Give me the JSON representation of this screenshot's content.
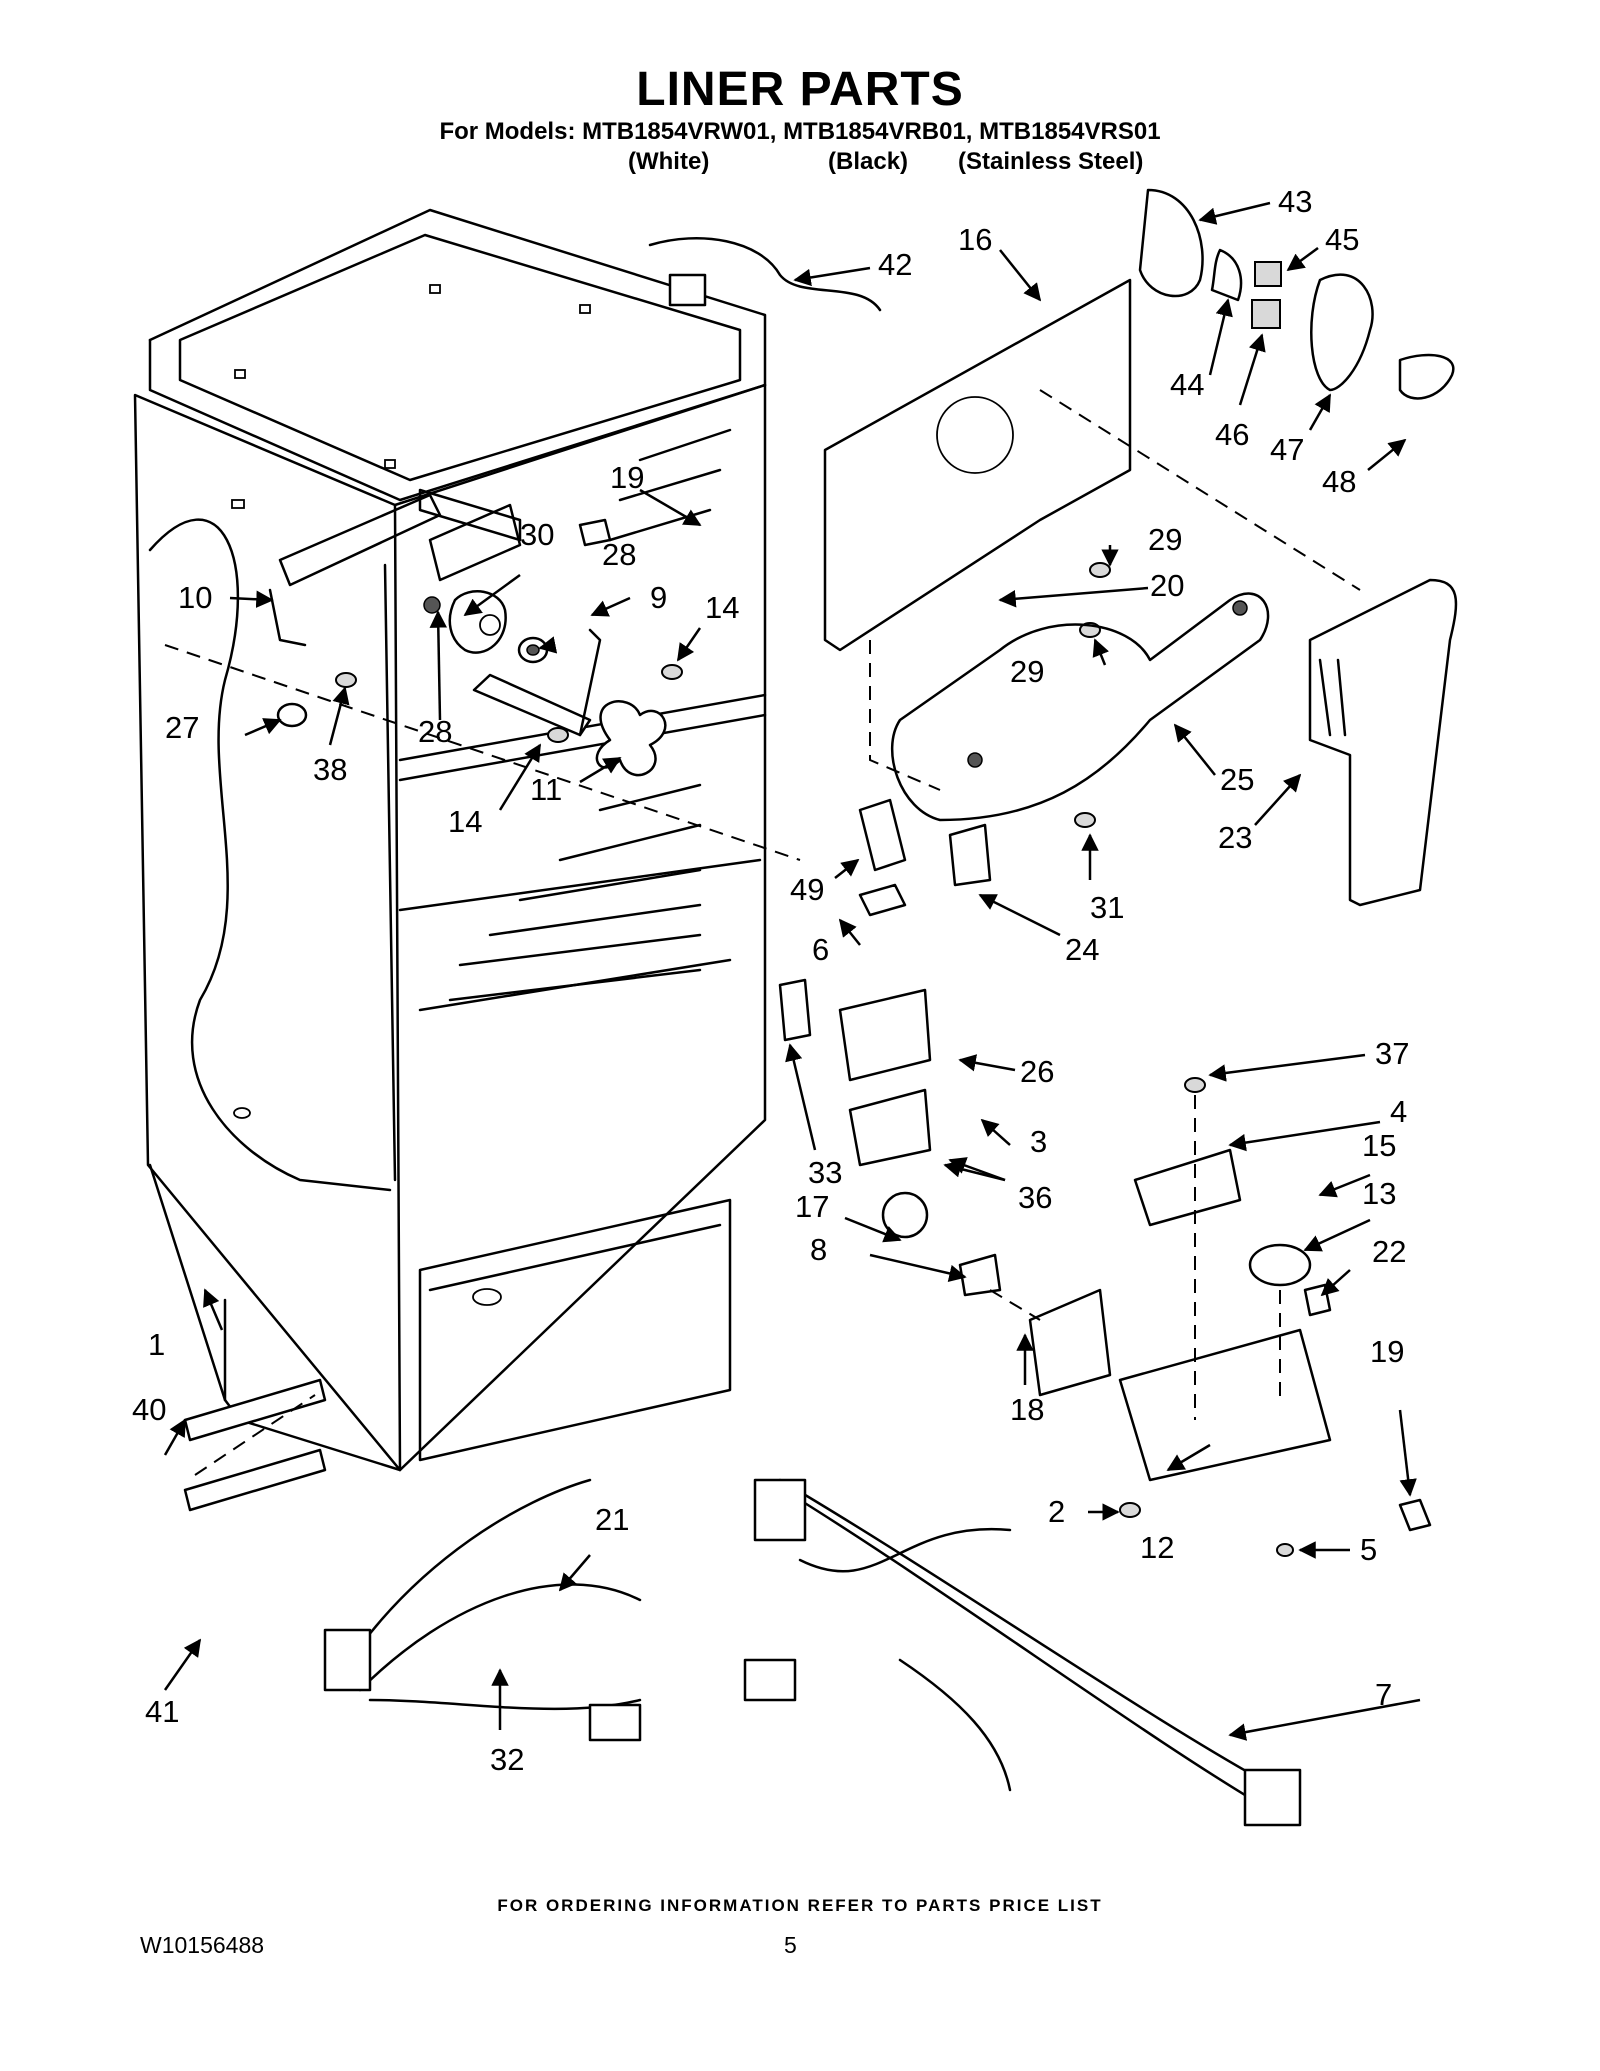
{
  "header": {
    "title": "LINER PARTS",
    "models_line": "For Models: MTB1854VRW01, MTB1854VRB01, MTB1854VRS01",
    "variants": [
      "(White)",
      "(Black)",
      "(Stainless Steel)"
    ]
  },
  "callouts": {
    "c1": "1",
    "c2": "2",
    "c3": "3",
    "c4": "4",
    "c5": "5",
    "c6": "6",
    "c7": "7",
    "c8": "8",
    "c9": "9",
    "c10": "10",
    "c11": "11",
    "c12": "12",
    "c13": "13",
    "c14a": "14",
    "c14b": "14",
    "c15": "15",
    "c16": "16",
    "c17": "17",
    "c18": "18",
    "c19a": "19",
    "c19b": "19",
    "c20": "20",
    "c21": "21",
    "c22": "22",
    "c23": "23",
    "c24": "24",
    "c25": "25",
    "c26": "26",
    "c27": "27",
    "c28a": "28",
    "c28b": "28",
    "c29a": "29",
    "c29b": "29",
    "c30": "30",
    "c31": "31",
    "c32": "32",
    "c33": "33",
    "c36": "36",
    "c37": "37",
    "c38": "38",
    "c40": "40",
    "c41": "41",
    "c42": "42",
    "c43": "43",
    "c44": "44",
    "c45": "45",
    "c46": "46",
    "c47": "47",
    "c48": "48",
    "c49": "49"
  },
  "footer": {
    "note": "FOR ORDERING INFORMATION REFER TO PARTS PRICE LIST",
    "doc_number": "W10156488",
    "page_number": "5"
  }
}
